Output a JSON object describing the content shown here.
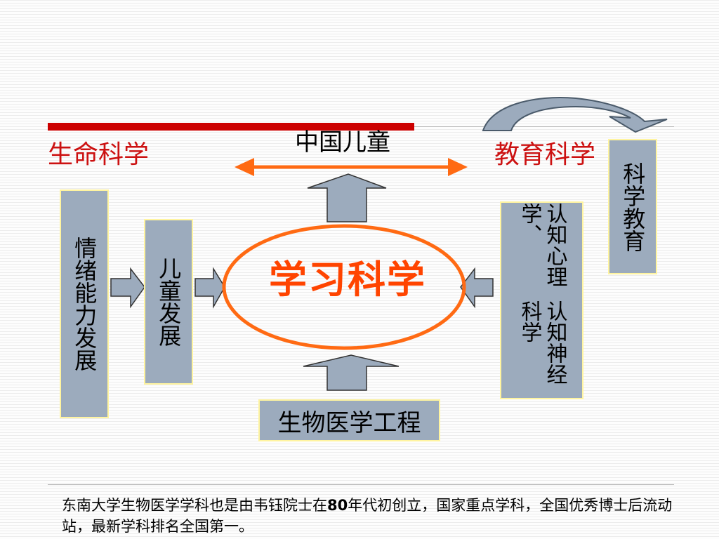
{
  "headers": {
    "life_science": "生命科学",
    "china_children": "中国儿童",
    "education_science": "教育科学"
  },
  "boxes": {
    "emotional_ability": "情绪能力发展",
    "child_development": "儿童发展",
    "cognitive_1": "认知心理学、",
    "cognitive_2": "认知神经科学",
    "science_education": "科学教育",
    "biomedical_engineering": "生物医学工程"
  },
  "center": "学习科学",
  "caption": {
    "part1": "东南大学生物医学学科也是由韦钰院士在",
    "bold": "80",
    "part2": "年代初创立，国家重点学科，全国优秀博士后流动站，最新学科排名全国第一。"
  },
  "colors": {
    "red_bar": "#cc0000",
    "header_text": "#cc1111",
    "center_text": "#ff4400",
    "orange": "#ff6a13",
    "box_fill": "#9cabbd",
    "box_border": "#fff4a0",
    "arrow_fill": "#9cabbd"
  }
}
